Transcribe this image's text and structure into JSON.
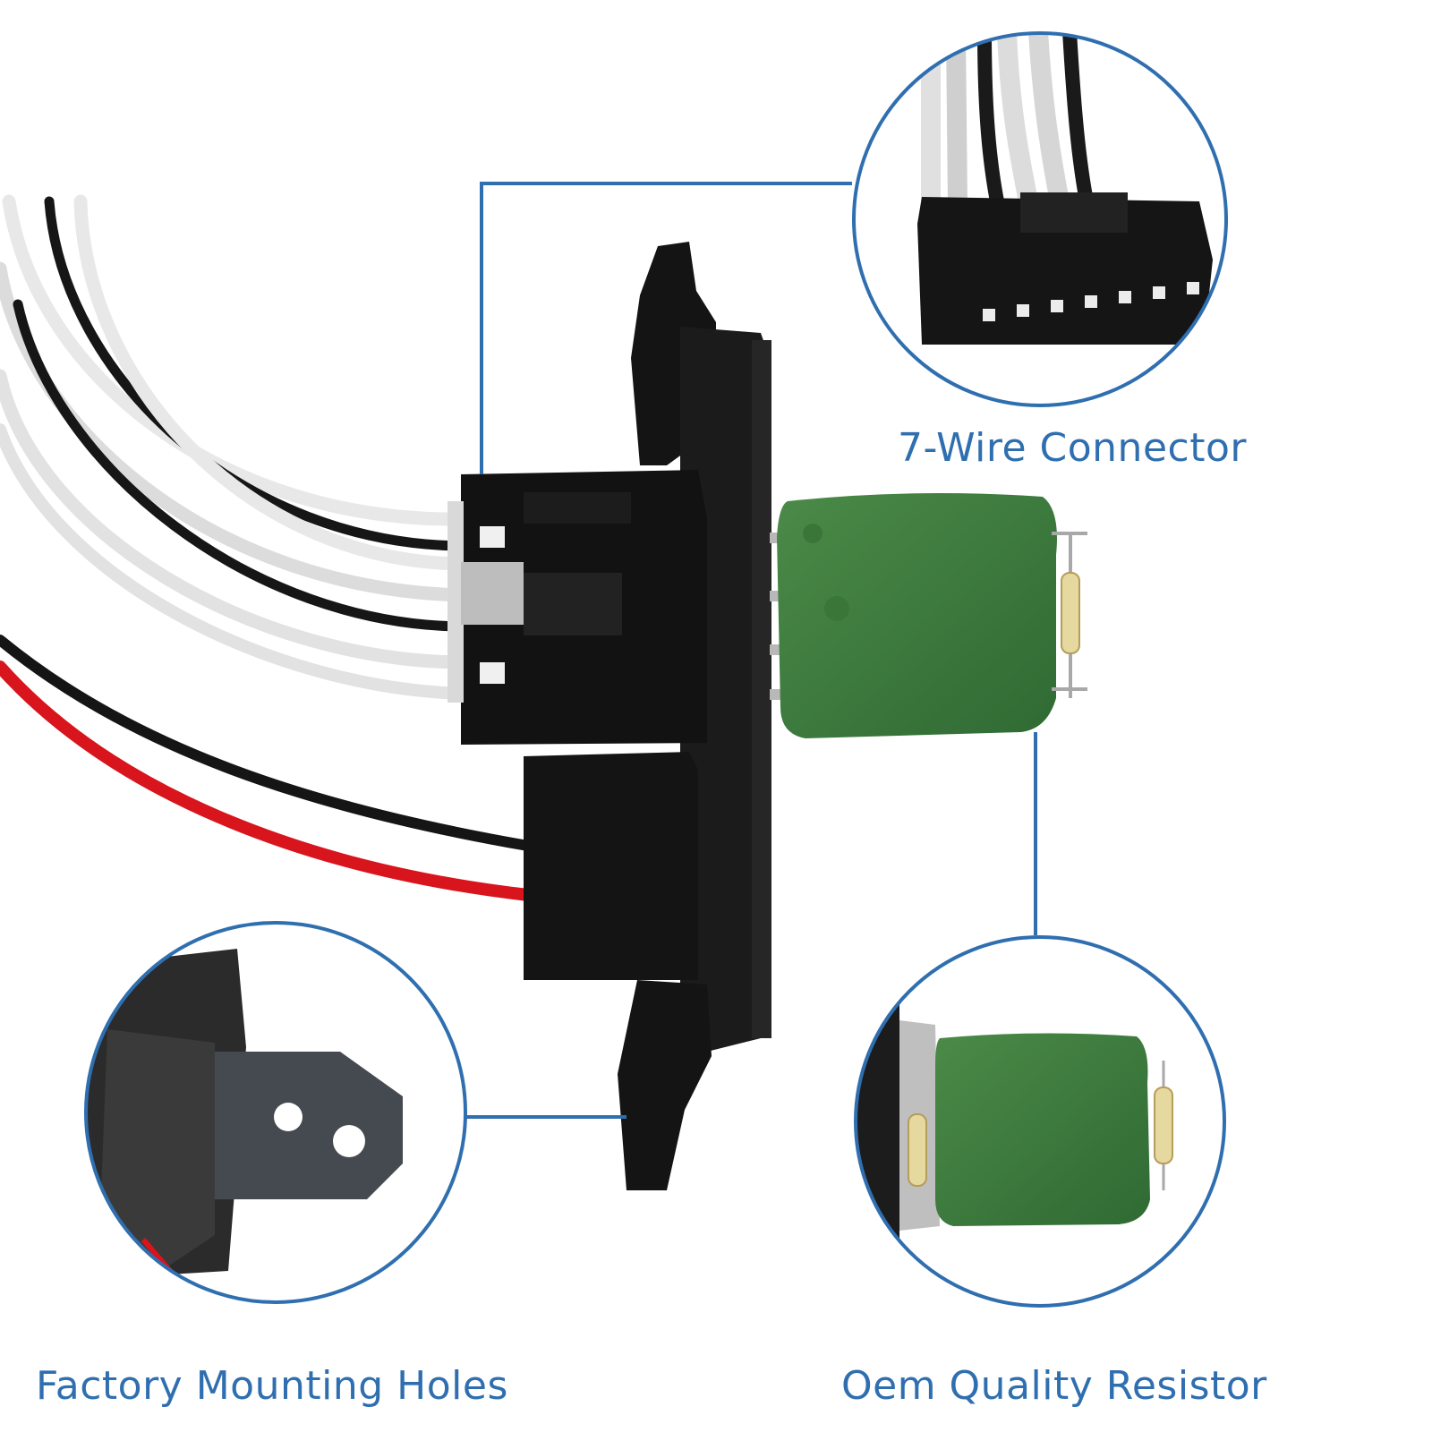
{
  "callouts": {
    "connector": {
      "label": "7-Wire Connector"
    },
    "mounting": {
      "label": "Factory Mounting Holes"
    },
    "resistor": {
      "label": "Oem Quality Resistor"
    }
  },
  "colors": {
    "accent": "#2f6fb0",
    "housing": "#111111",
    "resistor_coating": "#3e7a3e",
    "wire_red": "#d8141d",
    "wire_black": "#111111",
    "wire_white": "#e9e9e9"
  }
}
